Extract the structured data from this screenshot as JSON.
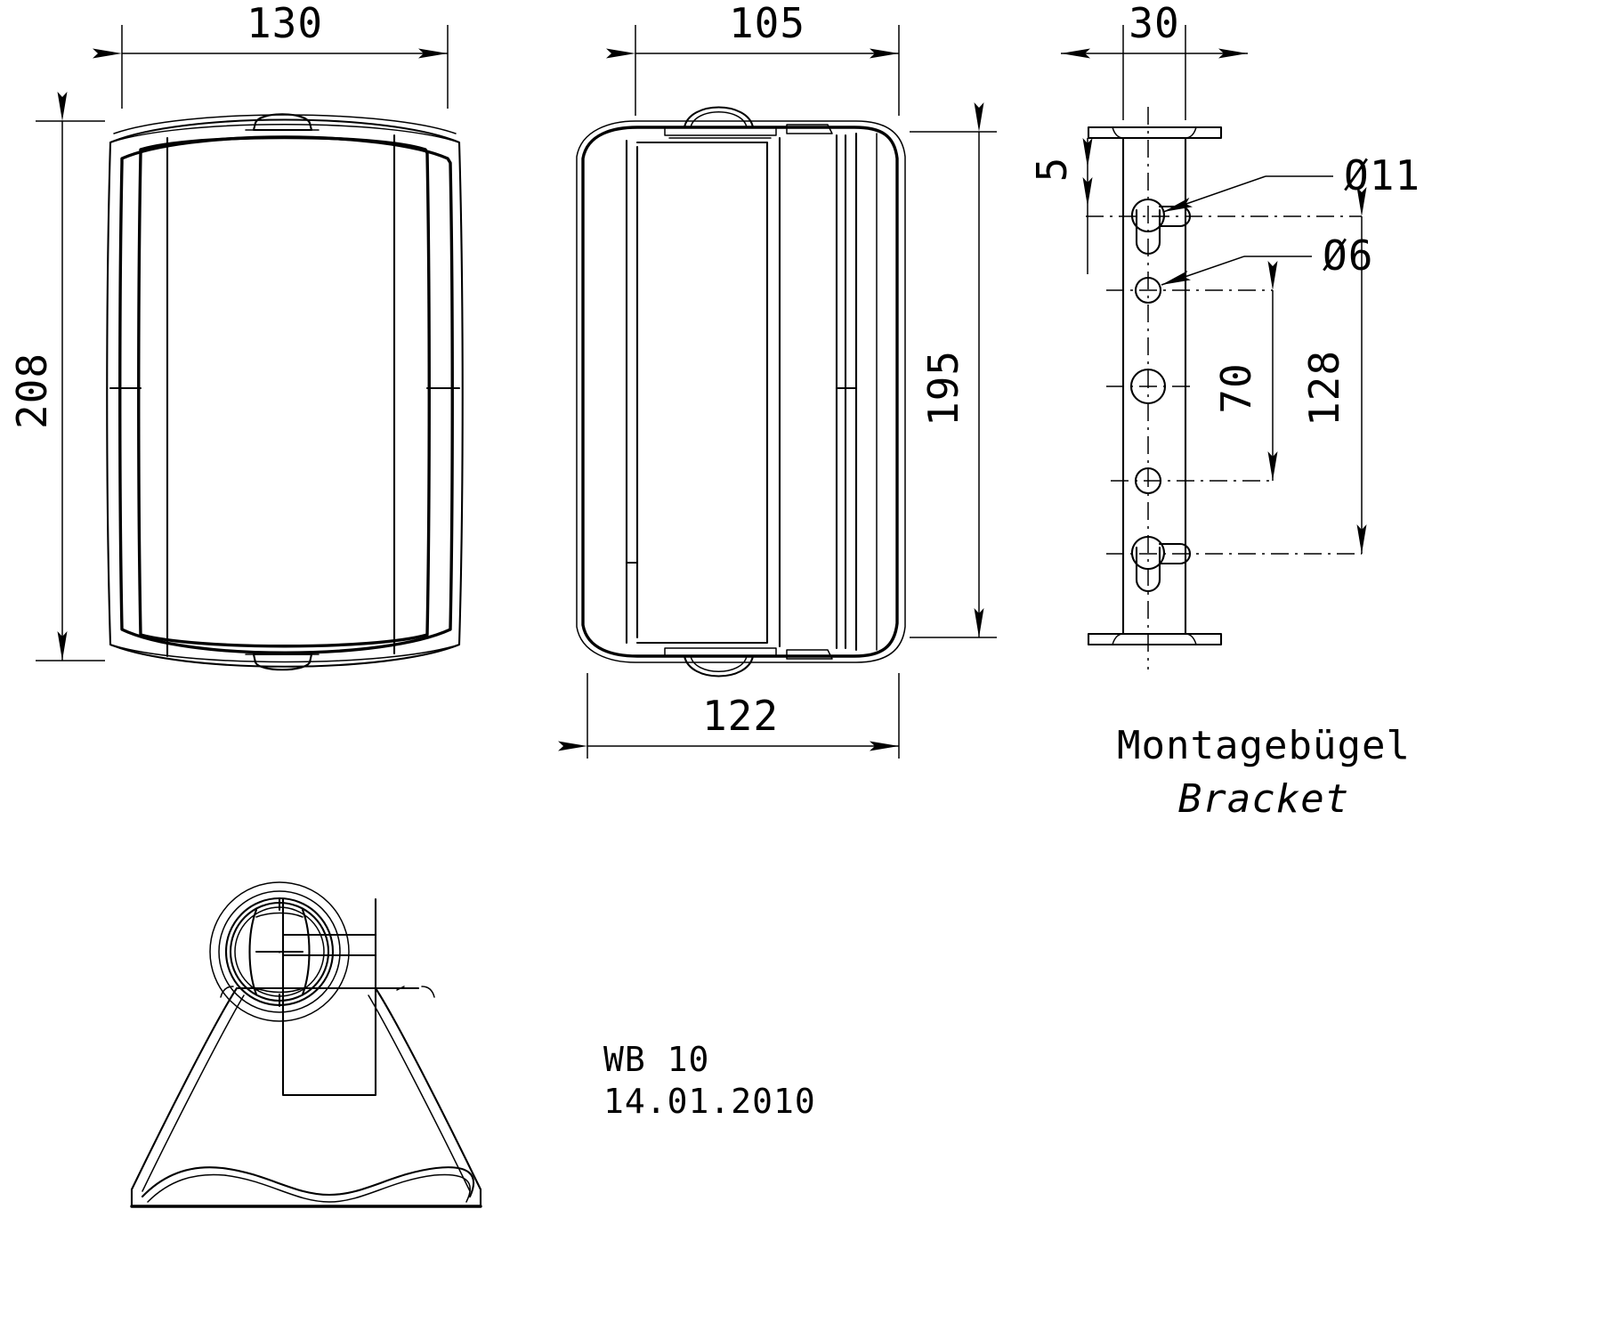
{
  "drawing": {
    "title_block": {
      "model": "WB 10",
      "date": "14.01.2010"
    },
    "bracket_caption": {
      "german": "Montagebügel",
      "english": "Bracket"
    },
    "views": [
      {
        "id": "front-view",
        "name": "front view"
      },
      {
        "id": "side-view",
        "name": "side view"
      },
      {
        "id": "bracket-view",
        "name": "bracket view"
      },
      {
        "id": "top-view",
        "name": "top view"
      }
    ],
    "dimensions": {
      "front_width": "130",
      "front_height": "208",
      "side_depth_top": "105",
      "side_height": "195",
      "side_depth_bottom": "122",
      "bracket_width": "30",
      "bracket_edge_offset": "5",
      "bracket_hole_spacing": "70",
      "bracket_hole_span": "128",
      "hole_large_dia": "Ø11",
      "hole_small_dia": "Ø6"
    },
    "colors": {
      "line": "#000000",
      "background": "#ffffff"
    }
  }
}
